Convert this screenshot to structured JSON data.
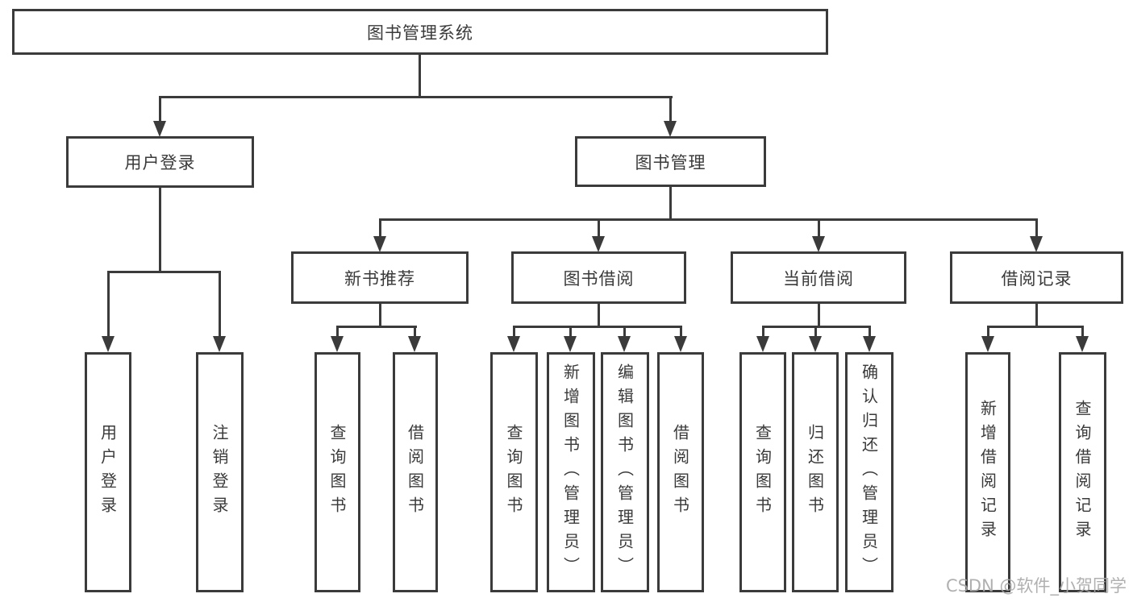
{
  "tree": {
    "root": {
      "label": "图书管理系统"
    },
    "level2": [
      {
        "label": "用户登录",
        "children": [
          {
            "label": "用户登录"
          },
          {
            "label": "注销登录"
          }
        ]
      },
      {
        "label": "图书管理",
        "children": [
          {
            "label": "新书推荐",
            "children": [
              {
                "label": "查询图书"
              },
              {
                "label": "借阅图书"
              }
            ]
          },
          {
            "label": "图书借阅",
            "children": [
              {
                "label": "查询图书"
              },
              {
                "label": "新增图书（管理员）"
              },
              {
                "label": "编辑图书（管理员）"
              },
              {
                "label": "借阅图书"
              }
            ]
          },
          {
            "label": "当前借阅",
            "children": [
              {
                "label": "查询图书"
              },
              {
                "label": "归还图书"
              },
              {
                "label": "确认归还（管理员）"
              }
            ]
          },
          {
            "label": "借阅记录",
            "children": [
              {
                "label": "新增借阅记录"
              },
              {
                "label": "查询借阅记录"
              }
            ]
          }
        ]
      }
    ]
  },
  "watermark": {
    "text": "CSDN @软件_小贺同学"
  },
  "colors": {
    "line": "#3b3b3b",
    "node_background": "#ffffff",
    "canvas_background": "#ffffff",
    "watermark": "#a8a8a8"
  }
}
